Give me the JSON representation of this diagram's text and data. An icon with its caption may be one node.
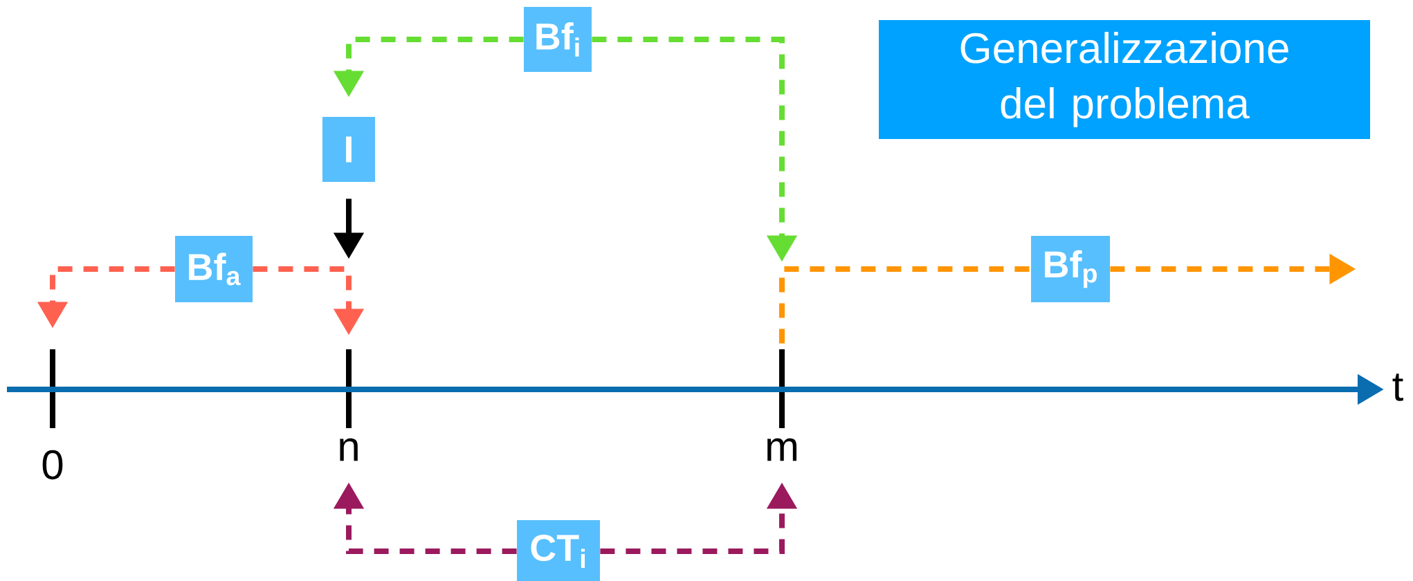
{
  "diagram": {
    "nodes": [
      {
        "text": [
          "Generalizzazione del problema"
        ]
      },
      {
        "text": [
          "Bf$_{i}$"
        ]
      },
      {
        "text": [
          "I"
        ]
      },
      {
        "text": [
          "Bf$_{a}$"
        ]
      },
      {
        "text": [
          "Bf$_{p}$"
        ]
      },
      {
        "text": [],
        "shape": "bar",
        "beside": [
          "0"
        ]
      },
      {
        "text": [],
        "shape": "bar",
        "beside": [
          "n"
        ]
      },
      {
        "text": [],
        "shape": "bar",
        "beside": [
          "m"
        ]
      },
      {
        "text": [
          "CT$_{i}$"
        ]
      }
    ],
    "edges": [
      {
        "from": 3,
        "to": 5,
        "arrow": "to",
        "style": "dashed",
        "color": "#ff6150"
      },
      {
        "from": 3,
        "to": 6,
        "arrow": "to",
        "style": "dashed",
        "color": "#ff6150"
      },
      {
        "from": 1,
        "to": 2,
        "arrow": "to",
        "style": "dashed",
        "color": "#66dd33"
      },
      {
        "from": 1,
        "to": 7,
        "arrow": "to",
        "style": "dashed",
        "color": "#66dd33"
      },
      {
        "from": 2,
        "to": null,
        "arrow": "to",
        "color": "#000000"
      },
      {
        "from": 7,
        "to": 4,
        "arrow": "none",
        "style": "dashed",
        "color": "#ff9500"
      },
      {
        "from": 4,
        "to": null,
        "arrow": "to",
        "style": "dashed",
        "color": "#ff9500"
      },
      {
        "from": 8,
        "to": 6,
        "arrow": "to",
        "style": "dashed",
        "color": "#9b1a5e"
      },
      {
        "from": 8,
        "to": 7,
        "arrow": "to",
        "style": "dashed",
        "color": "#9b1a5e"
      }
    ],
    "labels": [
      "t"
    ]
  }
}
